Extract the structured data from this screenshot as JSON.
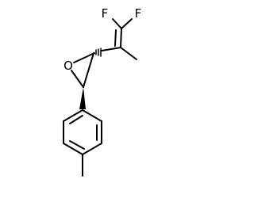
{
  "molecule": {
    "atoms": {
      "fluorine_left": {
        "symbol": "F",
        "color": "#000000"
      },
      "fluorine_right": {
        "symbol": "F",
        "color": "#000000"
      },
      "oxygen": {
        "symbol": "O",
        "color": "#000000"
      }
    },
    "bond_color": "#000000",
    "background": "#ffffff"
  }
}
